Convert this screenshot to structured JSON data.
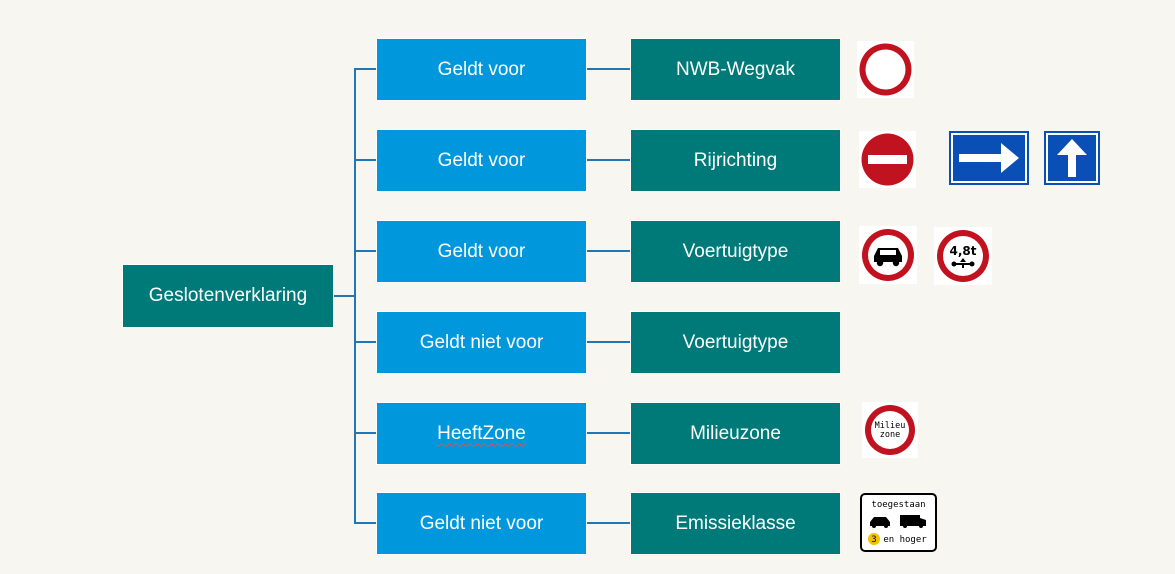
{
  "diagram": {
    "root": {
      "label": "Geslotenverklaring"
    },
    "rows": [
      {
        "relation": "Geldt voor",
        "target": "NWB-Wegvak"
      },
      {
        "relation": "Geldt voor",
        "target": "Rijrichting"
      },
      {
        "relation": "Geldt voor",
        "target": "Voertuigtype"
      },
      {
        "relation": "Geldt niet voor",
        "target": "Voertuigtype"
      },
      {
        "relation": "HeeftZone",
        "target": "Milieuzone"
      },
      {
        "relation": "Geldt niet voor",
        "target": "Emissieklasse"
      }
    ]
  },
  "signs": {
    "axle_weight": {
      "value": "4,8t"
    },
    "milieu_zone": {
      "line1": "Milieu",
      "line2": "zone"
    },
    "emission": {
      "header": "toegestaan",
      "number": "3",
      "suffix": "en hoger"
    }
  },
  "colors": {
    "teal": "#007a78",
    "blue": "#0197dc",
    "connector": "#2176b5",
    "sign_red": "#c1121f",
    "sign_blue": "#0a4fb5"
  }
}
